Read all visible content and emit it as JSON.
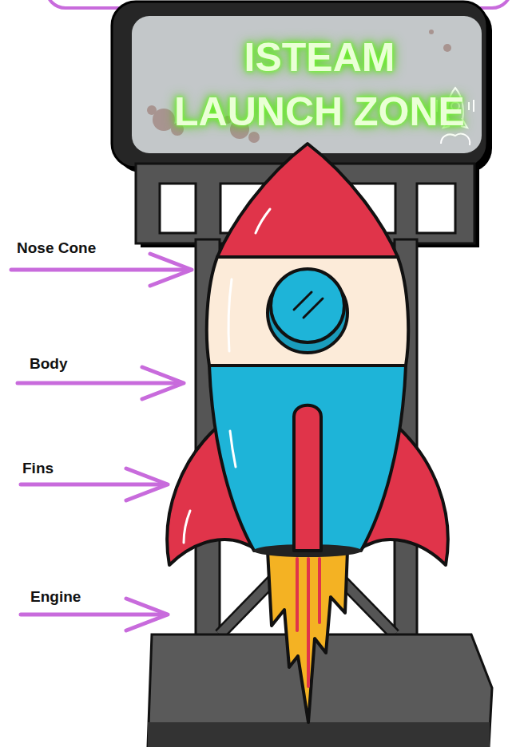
{
  "diagram": {
    "nodes": [
      {
        "text": [
          "ISTEAM LAUNCH ZONE"
        ]
      }
    ],
    "labels": [
      "Nose Cone",
      "Body",
      "Fins",
      "Engine"
    ]
  }
}
